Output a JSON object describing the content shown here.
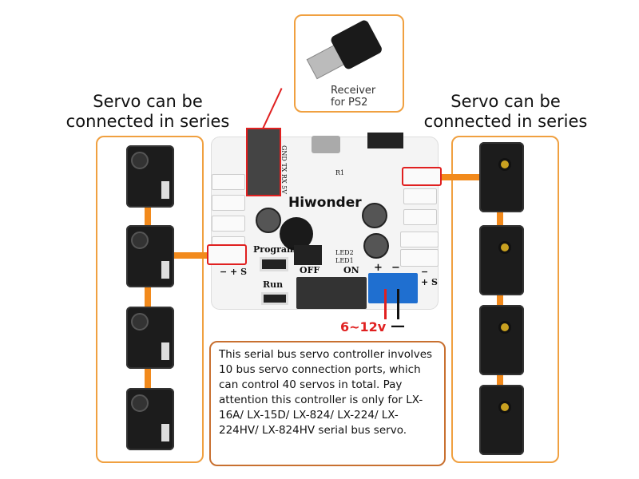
{
  "left_title": [
    "Servo can be",
    "connected in series"
  ],
  "right_title": [
    "Servo can be",
    "connected in series"
  ],
  "receiver": {
    "label_line1": "Receiver",
    "label_line2": "for PS2"
  },
  "board": {
    "brand": "Hiwonder",
    "labels": {
      "program": "Program",
      "run": "Run",
      "off": "OFF",
      "on": "ON",
      "led1": "LED1",
      "led2": "LED2",
      "plus": "+",
      "minus": "−",
      "pin_label": "GND TX RX 5V",
      "r1": "R1",
      "port_polarity": "− + S"
    }
  },
  "power": {
    "voltage": "6~12v",
    "negative": "—"
  },
  "description": "This serial bus servo controller involves 10 bus servo connection ports, which can control 40 servos in total. Pay attention this controller is only for LX-16A/ LX-15D/ LX-824/ LX-224/ LX-224HV/ LX-824HV serial bus servo.",
  "colors": {
    "accent_orange": "#f28a1c",
    "highlight_red": "#e02020",
    "terminal_blue": "#1f6fd0"
  }
}
